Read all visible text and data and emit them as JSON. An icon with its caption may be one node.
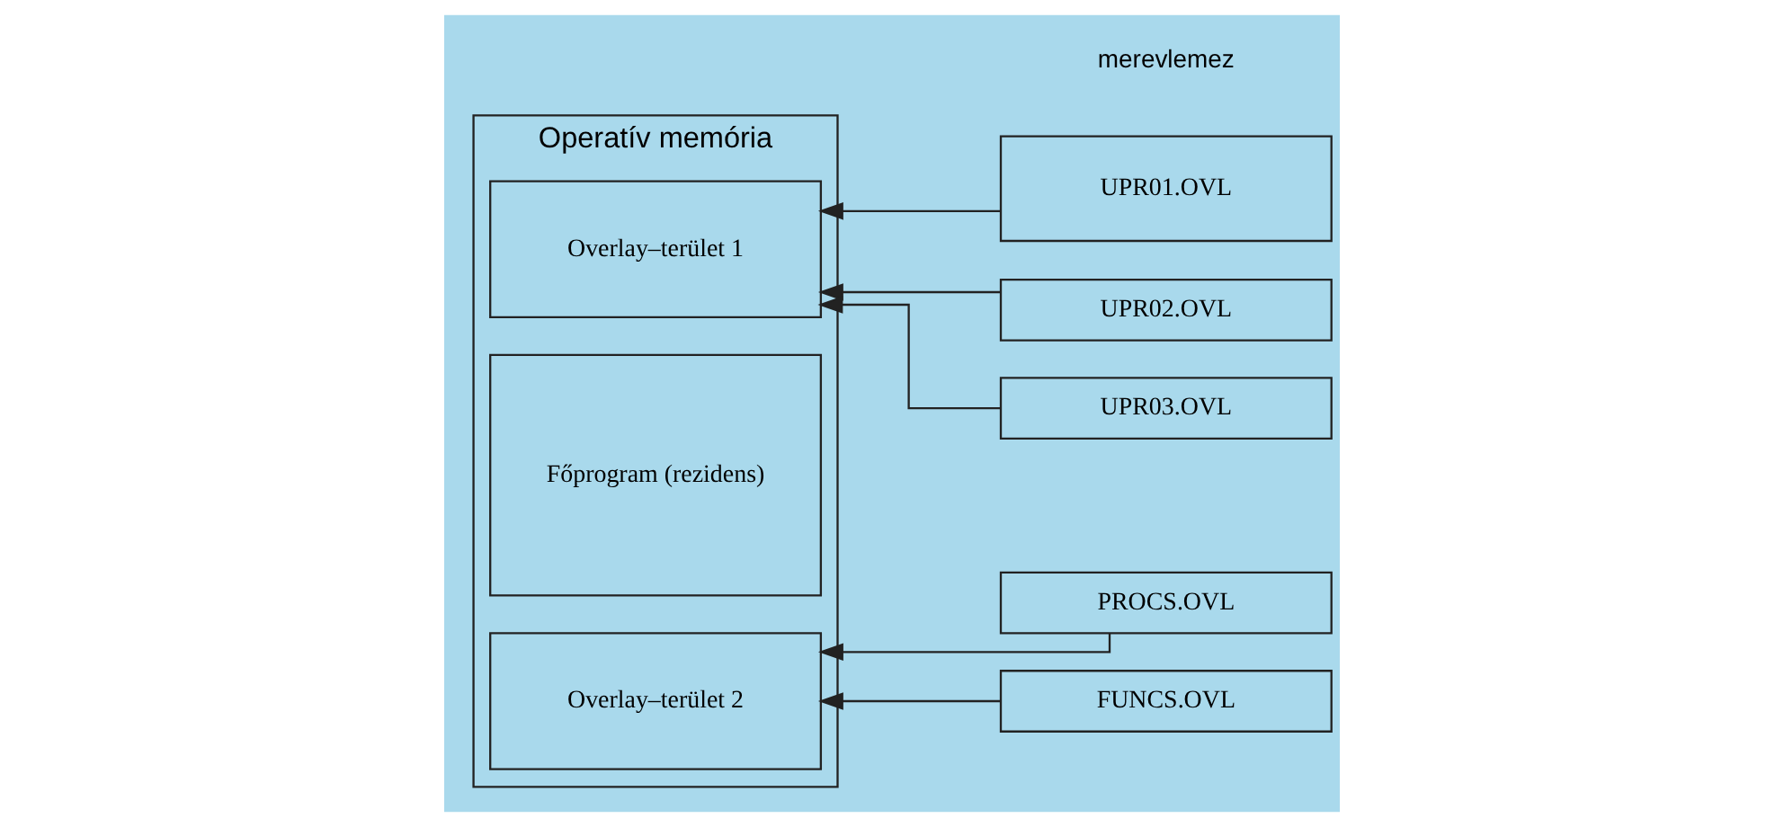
{
  "diagram": {
    "nodes": [
      {
        "text": [
          "Operatív memória"
        ]
      },
      {
        "text": [
          "Főprogram (rezidens)"
        ],
        "in": 0
      },
      {
        "text": [
          "Overlay–terület 1"
        ],
        "in": 0
      },
      {
        "text": [
          "Overlay–terület 2"
        ],
        "in": 0
      },
      {
        "text": [
          "UPR01.OVL"
        ]
      },
      {
        "text": [
          "UPR02.OVL"
        ]
      },
      {
        "text": [
          "UPR03.OVL"
        ]
      },
      {
        "text": [
          "PROCS.OVL"
        ]
      },
      {
        "text": [
          "FUNCS.OVL"
        ]
      }
    ],
    "edges": [
      {
        "from": 4,
        "to": 2,
        "arrow": "to"
      },
      {
        "from": 5,
        "to": 2,
        "arrow": "to"
      },
      {
        "from": 6,
        "to": 2,
        "arrow": "to"
      },
      {
        "from": 7,
        "to": 3,
        "arrow": "to"
      },
      {
        "from": 8,
        "to": 3,
        "arrow": "to"
      }
    ],
    "labels": [
      "merevlemez"
    ]
  }
}
